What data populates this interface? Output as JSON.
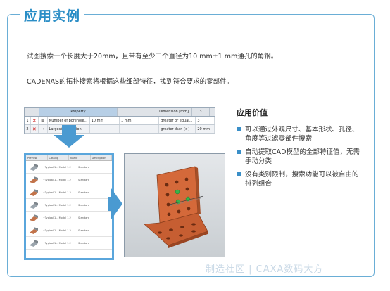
{
  "title": "应用实例",
  "intro": {
    "line1": "试图搜索一个长度大于20mm，且带有至少三个直径为10 mm±1 mm通孔的角钢。",
    "line2": "CADENAS的拓扑搜索将根据这些细部特征，找到符合要求的零部件。"
  },
  "prop_table": {
    "header": {
      "property": "Property",
      "dimension": "Dimension [mm]",
      "count": "3"
    },
    "rows": [
      {
        "num": "1",
        "op": "",
        "name": "Number of borehole...",
        "v1": "10 mm",
        "v2": "1 mm",
        "cmp": "greater or equal...",
        "v3": "3"
      },
      {
        "num": "2",
        "op": "↔",
        "name": "Largest dimension",
        "v1": "",
        "v2": "",
        "cmp": "greater than (>)",
        "v3": "20 mm"
      }
    ]
  },
  "result_table": {
    "headers": [
      "Preview",
      "Catalog",
      "Name",
      "Description"
    ],
    "rows": [
      {
        "c1": "~Typical.1... Model 1.2",
        "c2": "Standard"
      },
      {
        "c1": "~Typical.1... Model 1.2",
        "c2": "Standard"
      },
      {
        "c1": "~Typical.1... Model 1.2",
        "c2": "Standard"
      },
      {
        "c1": "~Typical.1... Model 1.2",
        "c2": "Standard"
      },
      {
        "c1": "~Typical.1... Model 1.2",
        "c2": "Standard"
      },
      {
        "c1": "~Typical.1... Model 1.2",
        "c2": "Standard"
      },
      {
        "c1": "~Typical.1... Model 1.2",
        "c2": "Standard"
      }
    ]
  },
  "value_section": {
    "heading": "应用价值",
    "bullets": [
      "可以通过外观尺寸、基本形状、孔径、角度等过滤零部件搜索",
      "自动提取CAD模型的全部特征值，无需手动分类",
      "没有类别限制，搜索功能可以被自由的排列组合"
    ]
  },
  "watermark": "制造社区 | CAXA数码大方",
  "colors": {
    "accent": "#2b8ec6",
    "arrow": "#4a9ad1",
    "part": "#d4693a"
  }
}
